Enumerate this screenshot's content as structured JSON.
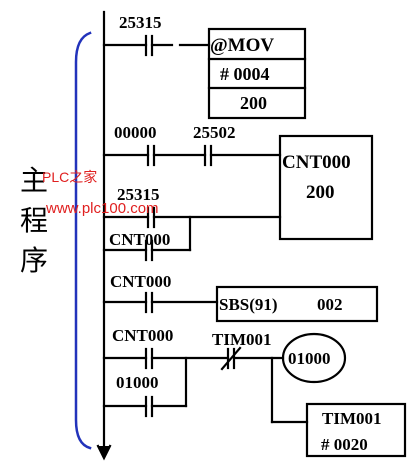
{
  "section_label": [
    "主",
    "程",
    "序"
  ],
  "watermark": {
    "brand": "PLC之家",
    "url": "www.plc100.com"
  },
  "colors": {
    "bracket": "#2233bb",
    "watermark": "#e02020",
    "ink": "#000000"
  },
  "rungs": [
    {
      "contacts": [
        {
          "address": "25315",
          "type": "NO"
        }
      ],
      "instruction": {
        "mnemonic": "@MOV",
        "operands": [
          "# 0004",
          "200"
        ]
      }
    },
    {
      "contacts": [
        {
          "address": "00000",
          "type": "NO"
        },
        {
          "address": "25502",
          "type": "NO"
        }
      ],
      "instruction": {
        "mnemonic": "CNT000",
        "operands": [
          "200"
        ]
      },
      "reset_branch": {
        "address": "25315",
        "type": "NO"
      },
      "self_reset_contact": {
        "address": "CNT000",
        "type": "NO"
      }
    },
    {
      "contacts": [
        {
          "address": "CNT000",
          "type": "NO"
        }
      ],
      "instruction": {
        "mnemonic": "SBS(91)",
        "operands": [
          "002"
        ]
      }
    },
    {
      "contacts": [
        {
          "address": "CNT000",
          "type": "NO"
        },
        {
          "address": "TIM001",
          "type": "NC"
        }
      ],
      "parallel_contact": {
        "address": "01000",
        "type": "NO"
      },
      "output_coil": "01000",
      "timer": {
        "mnemonic": "TIM001",
        "preset": "# 0020"
      }
    }
  ]
}
